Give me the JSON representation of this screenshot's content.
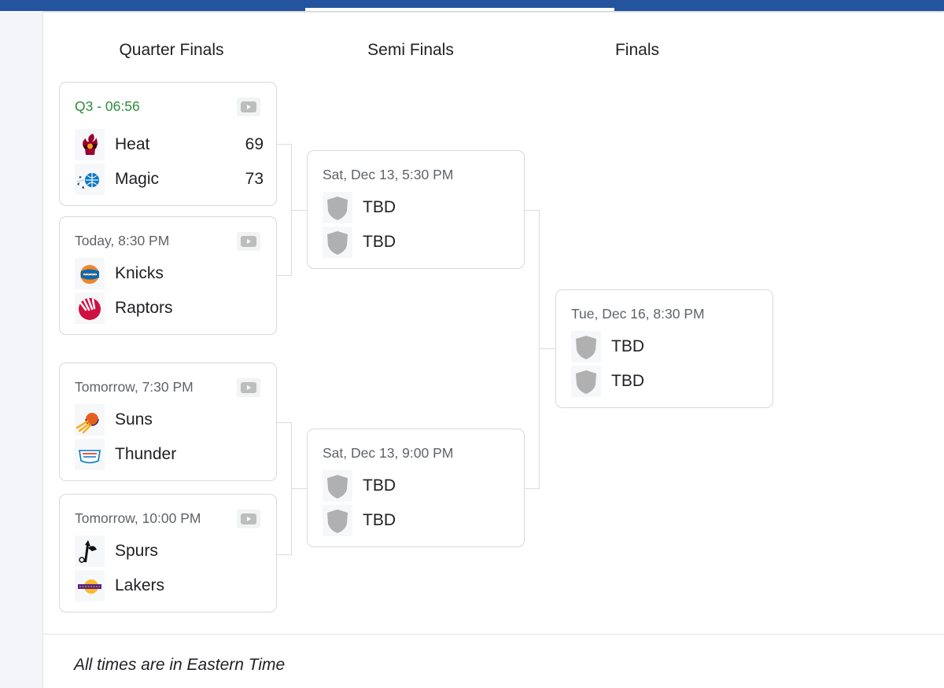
{
  "rounds": [
    "Quarter Finals",
    "Semi Finals",
    "Finals"
  ],
  "quarter_finals": [
    {
      "status": "Q3 - 06:56",
      "live": true,
      "teams": [
        {
          "name": "Heat",
          "score": "69",
          "logo": "heat-logo"
        },
        {
          "name": "Magic",
          "score": "73",
          "logo": "magic-logo"
        }
      ]
    },
    {
      "status": "Today, 8:30 PM",
      "teams": [
        {
          "name": "Knicks",
          "logo": "knicks-logo"
        },
        {
          "name": "Raptors",
          "logo": "raptors-logo"
        }
      ]
    },
    {
      "status": "Tomorrow, 7:30 PM",
      "teams": [
        {
          "name": "Suns",
          "logo": "suns-logo"
        },
        {
          "name": "Thunder",
          "logo": "thunder-logo"
        }
      ]
    },
    {
      "status": "Tomorrow, 10:00 PM",
      "teams": [
        {
          "name": "Spurs",
          "logo": "spurs-logo"
        },
        {
          "name": "Lakers",
          "logo": "lakers-logo"
        }
      ]
    }
  ],
  "semi_finals": [
    {
      "status": "Sat, Dec 13, 5:30 PM",
      "teams": [
        {
          "name": "TBD",
          "logo": "shield-placeholder-icon"
        },
        {
          "name": "TBD",
          "logo": "shield-placeholder-icon"
        }
      ]
    },
    {
      "status": "Sat, Dec 13, 9:00 PM",
      "teams": [
        {
          "name": "TBD",
          "logo": "shield-placeholder-icon"
        },
        {
          "name": "TBD",
          "logo": "shield-placeholder-icon"
        }
      ]
    }
  ],
  "finals": [
    {
      "status": "Tue, Dec 16, 8:30 PM",
      "teams": [
        {
          "name": "TBD",
          "logo": "shield-placeholder-icon"
        },
        {
          "name": "TBD",
          "logo": "shield-placeholder-icon"
        }
      ]
    }
  ],
  "footer_note": "All times are in Eastern Time",
  "colors": {
    "header": "#24549e",
    "live_status": "#2e8b3a",
    "card_border": "#d6d9dd"
  },
  "icons": {
    "watch": "play-video-icon"
  }
}
